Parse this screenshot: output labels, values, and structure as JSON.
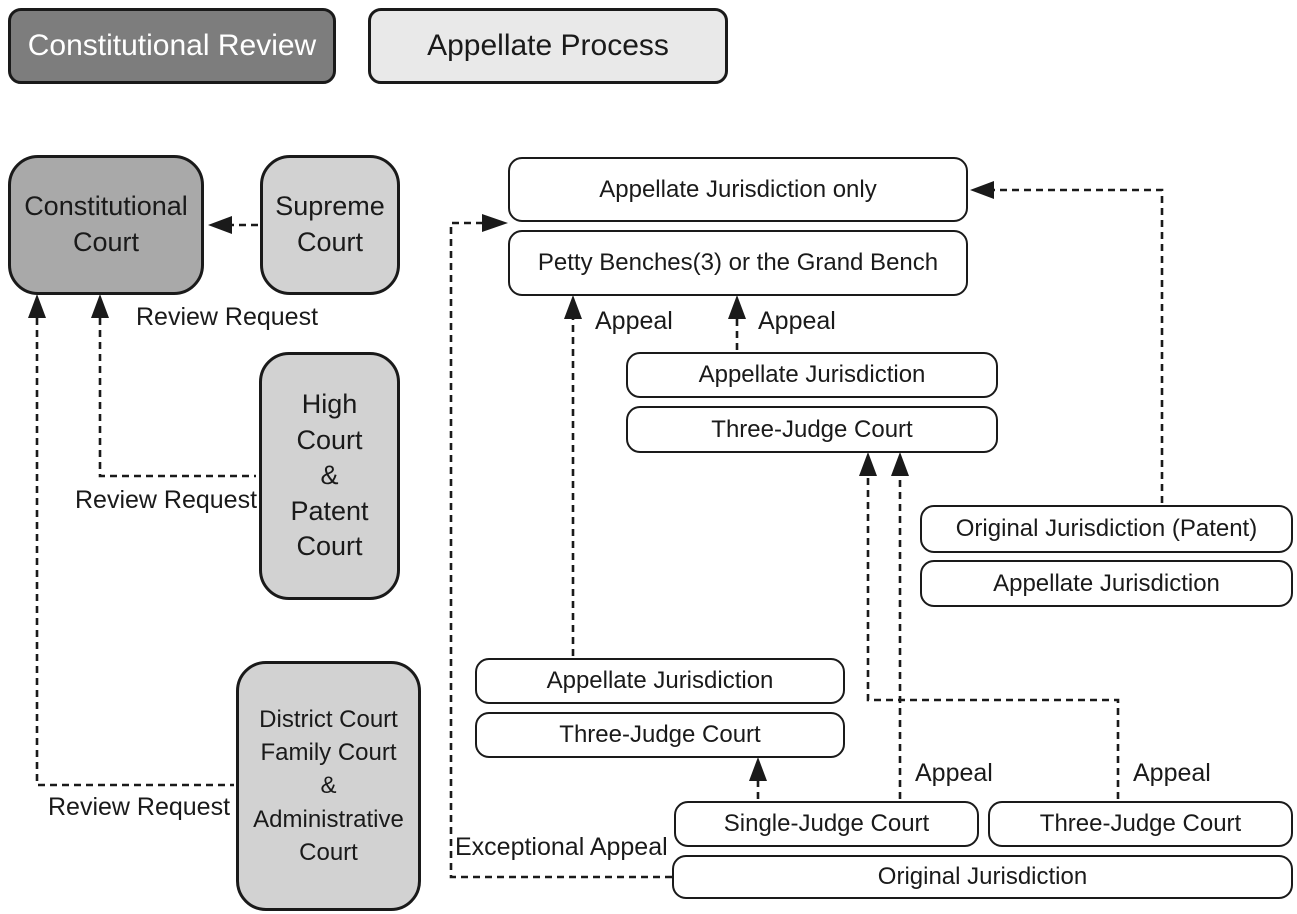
{
  "legend": {
    "constitutional_review": "Constitutional Review",
    "appellate_process": "Appellate Process"
  },
  "courts": {
    "constitutional_court": [
      "Constitutional",
      "Court"
    ],
    "supreme_court": [
      "Supreme",
      "Court"
    ],
    "high_patent_court": [
      "High",
      "Court",
      "&",
      "Patent",
      "Court"
    ],
    "district_court": [
      "District Court",
      "Family Court",
      "&",
      "Administrative",
      "Court"
    ]
  },
  "boxes": {
    "appellate_jurisdiction_only": "Appellate Jurisdiction only",
    "petty_benches": "Petty Benches(3) or the Grand Bench",
    "appellate_jurisdiction_mid": "Appellate Jurisdiction",
    "three_judge_court_mid": "Three-Judge Court",
    "original_jurisdiction_patent": "Original Jurisdiction (Patent)",
    "appellate_jurisdiction_right": "Appellate Jurisdiction",
    "appellate_jurisdiction_lower": "Appellate Jurisdiction",
    "three_judge_court_lower": "Three-Judge Court",
    "single_judge_court": "Single-Judge Court",
    "three_judge_court_bottom": "Three-Judge Court",
    "original_jurisdiction": "Original Jurisdiction"
  },
  "labels": {
    "review_request_supreme": "Review Request",
    "review_request_high": "Review Request",
    "review_request_district": "Review Request",
    "appeal_left": "Appeal",
    "appeal_mid": "Appeal",
    "appeal_single_judge": "Appeal",
    "appeal_three_judge": "Appeal",
    "exceptional_appeal": "Exceptional Appeal"
  },
  "colors": {
    "legend_dark_fill": "#7d7d7d",
    "constitutional_court_fill": "#a9a9a9",
    "court_light_fill": "#d2d2d2",
    "legend_light_fill": "#e9e9e9",
    "line_color": "#1a1a1a",
    "process_box_fill": "#ffffff"
  }
}
